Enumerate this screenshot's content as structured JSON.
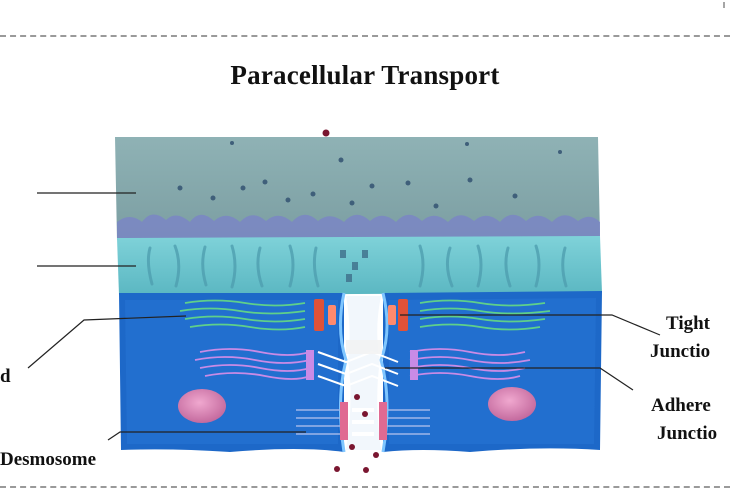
{
  "title": "Paracellular Transport",
  "labels": {
    "tight_line1": "Tight",
    "tight_line2": "Junctio",
    "adherens_line1": "Adhere",
    "adherens_line2": "Junctio",
    "desmosome": "Desmosome",
    "left_partial": "d"
  },
  "colors": {
    "mucus_layer": "#84a7ab",
    "glycocalyx_layer": "#6ec3cc",
    "cell_layer": "#1a64c4",
    "tight_junction_strands": "#5fd08a",
    "adherens_strands": "#c98be6",
    "tight_junction_protein": "#e05238",
    "nucleus": "#d47fb0",
    "solute_particle": "#7a1630"
  }
}
